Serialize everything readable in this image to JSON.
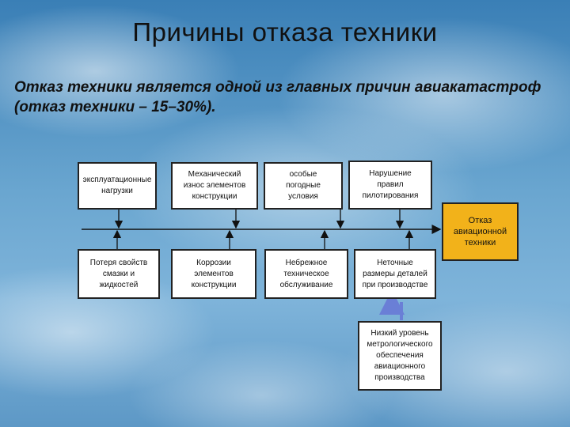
{
  "slide": {
    "title": "Причины отказа техники",
    "subtitle": "Отказ техники является одной из главных причин авиакатастроф (отказ техники – 15–30%)."
  },
  "diagram": {
    "top_causes": [
      "эксплуатационные\nнагрузки",
      "Механический\nизнос элементов\nконструкции",
      "особые\nпогодные\nусловия",
      "Нарушение\nправил\nпилотирования"
    ],
    "bottom_causes": [
      "Потеря свойств\nсмазки и\nжидкостей",
      "Коррозии\nэлементов\nконструкции",
      "Небрежное\nтехническое\nобслуживание",
      "Неточные\nразмеры деталей\nпри производстве"
    ],
    "root_cause": "Низкий уровень\nметрологического\nобеспечения\nавиационного\nпроизводства",
    "effect": "Отказ\nавиационной\nтехники",
    "colors": {
      "effect_fill": "#f2b21a",
      "connector": "#111111",
      "root_arrow": "#6a7fd6"
    }
  }
}
